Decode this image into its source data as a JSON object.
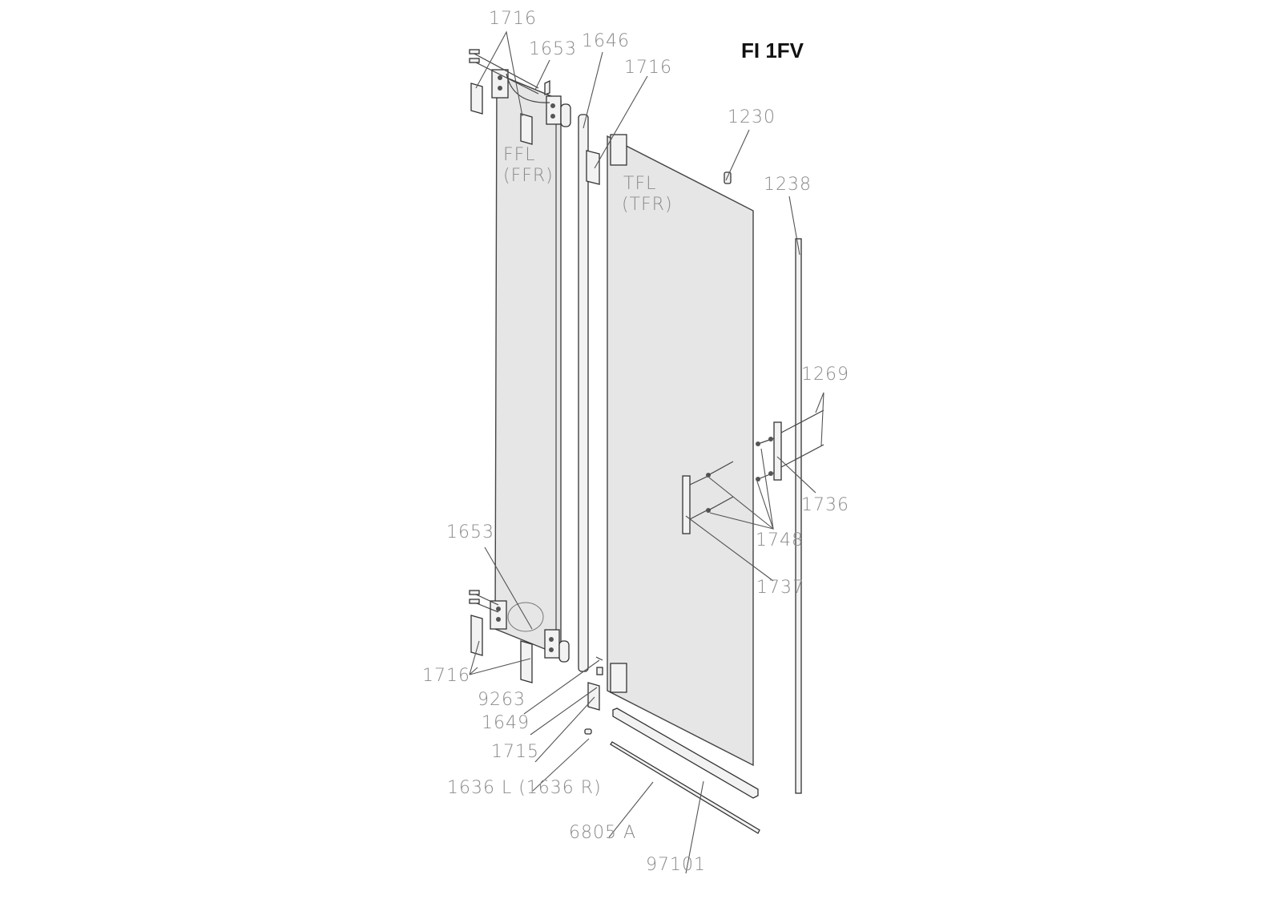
{
  "title": "FI 1FV",
  "panels": {
    "fixed": {
      "line1": "FFL",
      "line2": "(FFR)"
    },
    "door": {
      "line1": "TFL",
      "line2": "(TFR)"
    }
  },
  "labels": {
    "l1716_top": "1716",
    "l1653_top": "1653",
    "l1646": "1646",
    "l1716_door": "1716",
    "l1230": "1230",
    "l1238": "1238",
    "l1269": "1269",
    "l1736": "1736",
    "l1748": "1748",
    "l1737": "1737",
    "l1653_bottom": "1653",
    "l1716_bottom": "1716",
    "l9263": "9263",
    "l1649": "1649",
    "l1715": "1715",
    "l1636": "1636 L (1636 R)",
    "l6805": "6805 A",
    "l97101": "97101"
  }
}
